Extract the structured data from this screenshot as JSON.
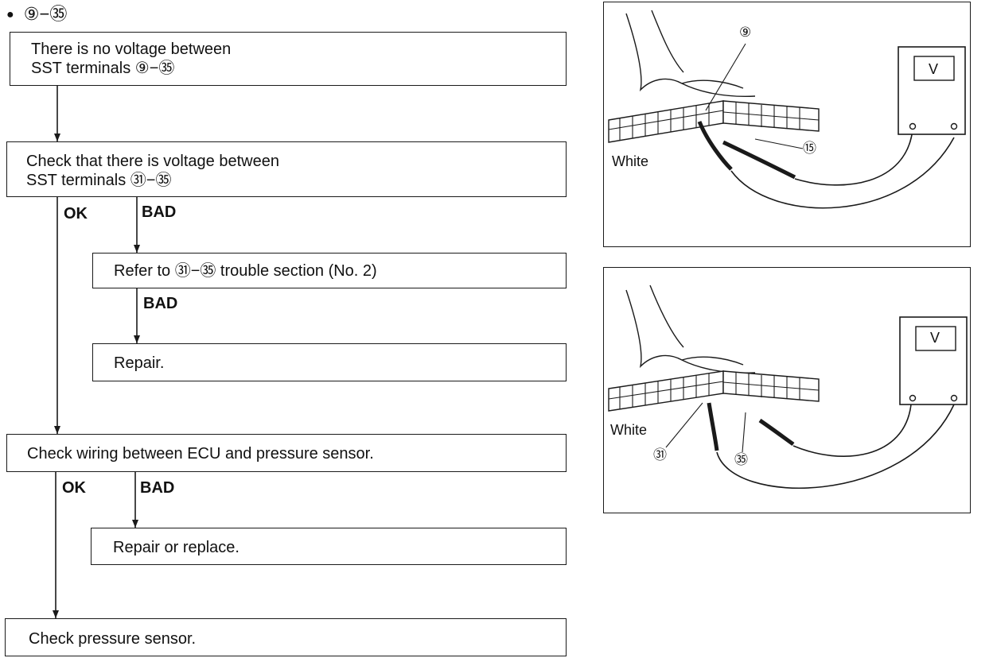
{
  "header": {
    "bullet": "●",
    "text": "⑨−㉟"
  },
  "flow": {
    "step1": {
      "line1": "There is no voltage between",
      "line2": "SST terminals ⑨−㉟"
    },
    "step2": {
      "line1": "Check that there is voltage between",
      "line2": "SST terminals ㉛−㉟"
    },
    "step2_ok": "OK",
    "step2_bad": "BAD",
    "step3": "Refer to ㉛−㉟ trouble section (No. 2)",
    "step3_bad": "BAD",
    "step4": "Repair.",
    "step5": "Check wiring between ECU and pressure sensor.",
    "step5_ok": "OK",
    "step5_bad": "BAD",
    "step6": "Repair or replace.",
    "step7": "Check pressure sensor."
  },
  "illustration_top": {
    "meter_label": "V",
    "connector_label": "White",
    "terminal_a": "⑨",
    "terminal_b": "⑮"
  },
  "illustration_bottom": {
    "meter_label": "V",
    "connector_label": "White",
    "terminal_a": "㉛",
    "terminal_b": "㉟"
  }
}
